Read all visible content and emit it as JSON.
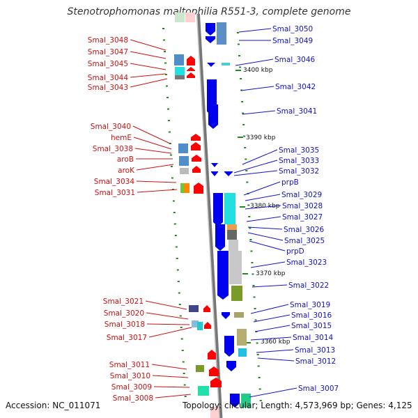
{
  "title": "Stenotrophomonas maltophilia R551-3, complete genome",
  "accession": "Accession: NC_011071",
  "topology": "Topology: circular; Length: 4,573,969 bp; Genes: 4,125",
  "colors": {
    "forward_strand": "#ff0000",
    "reverse_strand": "#0000ee",
    "left_labels": "#cc1111",
    "right_labels": "#1111cc",
    "backbone": "#888888",
    "ticks": "#228822"
  },
  "kbp_labels": [
    "3400 kbp",
    "3390 kbp",
    "3380 kbp",
    "3370 kbp",
    "3360 kbp"
  ],
  "left_labels": [
    "Smal_3048",
    "Smal_3047",
    "Smal_3045",
    "Smal_3044",
    "Smal_3043",
    "Smal_3040",
    "hemE",
    "Smal_3038",
    "aroB",
    "aroK",
    "Smal_3034",
    "Smal_3031",
    "Smal_3021",
    "Smal_3020",
    "Smal_3018",
    "Smal_3017",
    "Smal_3011",
    "Smal_3010",
    "Smal_3009",
    "Smal_3008"
  ],
  "right_labels": [
    "Smal_3050",
    "Smal_3049",
    "Smal_3046",
    "Smal_3042",
    "Smal_3041",
    "Smal_3035",
    "Smal_3033",
    "Smal_3032",
    "prpB",
    "Smal_3029",
    "Smal_3028",
    "Smal_3027",
    "Smal_3026",
    "Smal_3025",
    "prpD",
    "Smal_3023",
    "Smal_3022",
    "Smal_3019",
    "Smal_3016",
    "Smal_3015",
    "Smal_3014",
    "Smal_3013",
    "Smal_3012",
    "Smal_3007"
  ]
}
